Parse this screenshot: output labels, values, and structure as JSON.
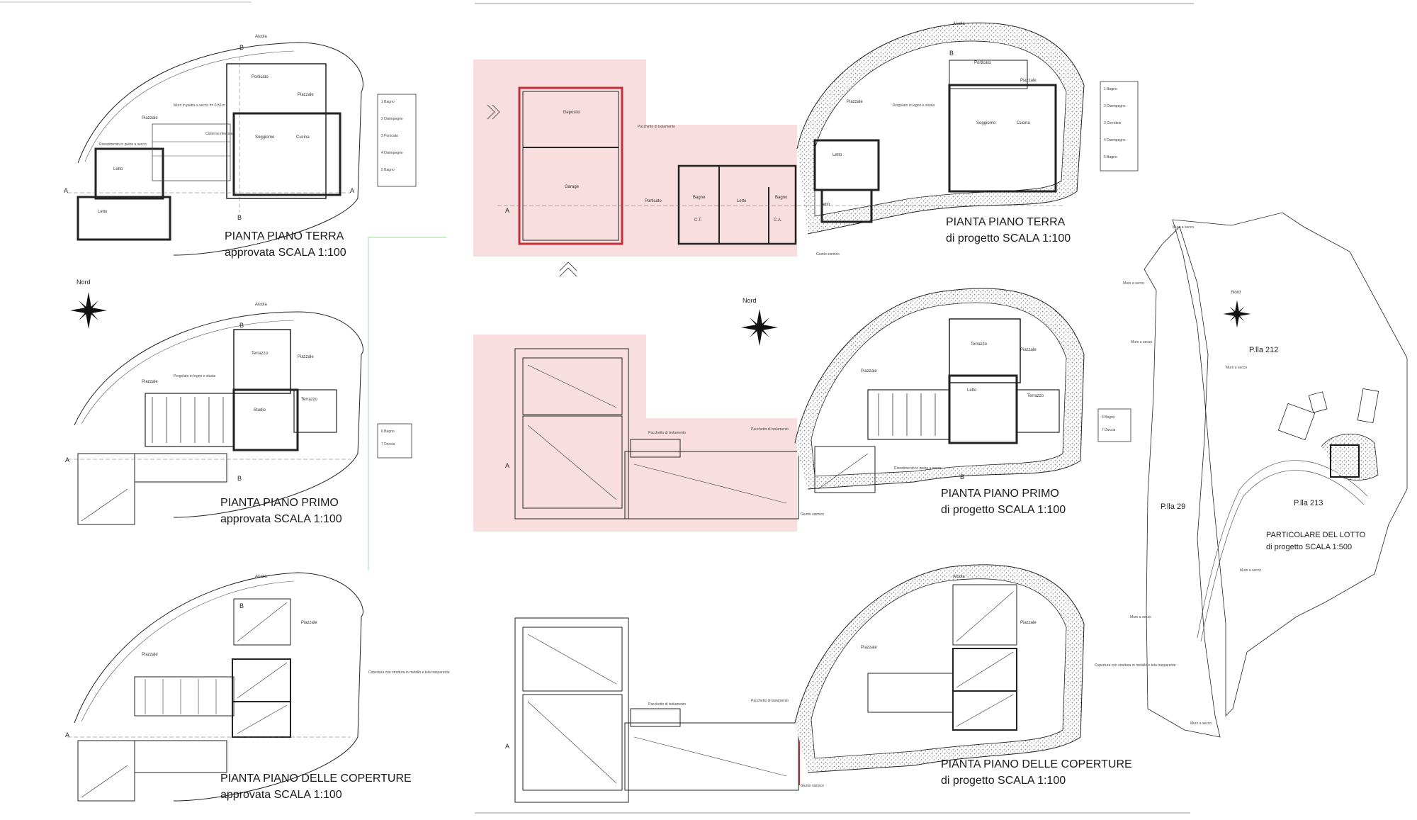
{
  "colors": {
    "line": "#222222",
    "wall_red": "#c0303a",
    "highlight_fill": "#f8dede",
    "rock_pattern": "#9a9a9a",
    "green_line": "#7bd07b"
  },
  "titles": {
    "approved_ground": [
      "PIANTA PIANO TERRA",
      "approvata SCALA 1:100"
    ],
    "approved_first": [
      "PIANTA PIANO PRIMO",
      "approvata SCALA 1:100"
    ],
    "approved_roof": [
      "PIANTA PIANO DELLE COPERTURE",
      "approvata SCALA 1:100"
    ],
    "project_ground": [
      "PIANTA PIANO TERRA",
      "di progetto SCALA 1:100"
    ],
    "project_first": [
      "PIANTA PIANO PRIMO",
      "di progetto SCALA 1:100"
    ],
    "project_roof": [
      "PIANTA PIANO DELLE COPERTURE",
      "di progetto SCALA 1:100"
    ],
    "lot": [
      "PARTICOLARE DEL LOTTO",
      "di progetto SCALA 1:500"
    ]
  },
  "north_label": "Nord",
  "lot": {
    "parcels": [
      "P.lla 212",
      "P.lla 213",
      "P.lla 29"
    ],
    "wall_label": "Muro a secco"
  },
  "rooms": {
    "porticato": "Porticato",
    "piazzale": "Piazzale",
    "soggiorno": "Soggiorno",
    "cucina": "Cucina",
    "letto": "Letto",
    "bagno": "Bagno",
    "terrazzo": "Terrazzo",
    "studio": "Studio",
    "deposito": "Deposito",
    "garage": "Garage",
    "aiuola": "Aiuola",
    "pergolato": "Pergolato in legno e stuoia",
    "cisterna": "Cisterna interrata",
    "ct": "C.T.",
    "ca": "C.A."
  },
  "notes": {
    "muro_pietra": "Muro in pietra a secco h= 0,50 m",
    "rivestimento": "Rivestimento in pietra a secco",
    "pacchetto": "Pacchetto di isolamento",
    "giunto": "Giunto sismico",
    "copertura": "Copertura con struttura in metallo e tela trasparente"
  },
  "legends": {
    "approved_ground": [
      "1 Bagno",
      "2 Disimpegno",
      "3 Porticato",
      "4 Disimpegno",
      "5 Bagno"
    ],
    "approved_first": [
      "6 Bagno",
      "7 Doccia"
    ],
    "project_ground": [
      "1 Bagno",
      "2 Disimpegno",
      "3 Corridoio",
      "4 Disimpegno",
      "5 Bagno"
    ],
    "project_first": [
      "6 Bagno",
      "7 Doccia"
    ]
  }
}
